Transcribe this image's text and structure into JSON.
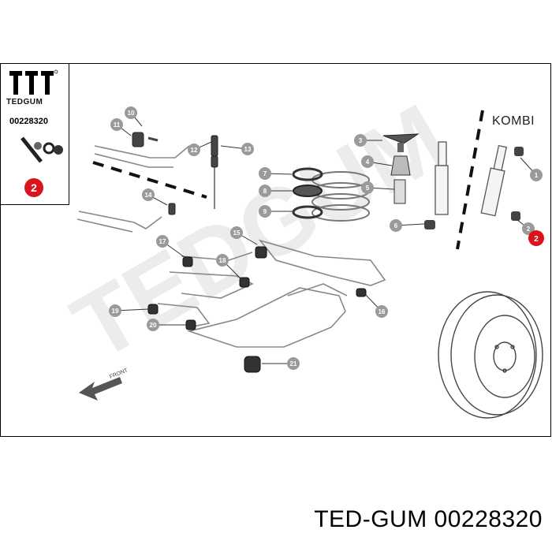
{
  "inset": {
    "brand": "TEDGUM",
    "part_number": "00228320",
    "badge": "2"
  },
  "kombi_label": "KOMBI",
  "front_label": "FRONT",
  "watermark": "TEDGUM",
  "callouts": [
    "1",
    "2",
    "3",
    "4",
    "5",
    "6",
    "7",
    "8",
    "9",
    "10",
    "11",
    "12",
    "13",
    "14",
    "15",
    "16",
    "17",
    "18",
    "19",
    "20",
    "21"
  ],
  "highlight_badge": "2",
  "footer": "TED-GUM 00228320",
  "colors": {
    "badge_red": "#d9141c",
    "callout_gray": "#9a9a9a",
    "line": "#333333"
  }
}
